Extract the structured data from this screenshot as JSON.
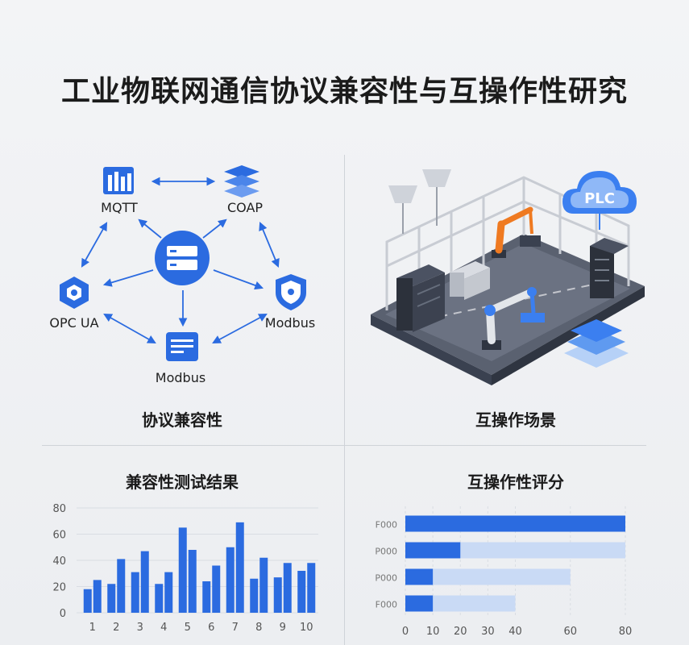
{
  "title": "工业物联网通信协议兼容性与互操作性研究",
  "panels": {
    "compat_label": "协议兼容性",
    "interop_label": "互操作场景",
    "test_title": "兼容性测试结果",
    "score_title": "互操作性评分"
  },
  "protocols": {
    "top_left": "MQTT",
    "top_right": "COAP",
    "left": "OPC UA",
    "right": "Modbus",
    "bottom": "Modbus"
  },
  "scene": {
    "cloud_label": "PLC"
  },
  "colors": {
    "accent": "#2b6be0",
    "accent_light": "#8fb4f0",
    "track": "#c9daf5",
    "dark": "#3a4150"
  },
  "chart_data": [
    {
      "type": "bar",
      "title": "兼容性测试结果",
      "categories": [
        "1",
        "2",
        "3",
        "4",
        "5",
        "6",
        "7",
        "8",
        "9",
        "10"
      ],
      "series": [
        {
          "values": [
            18,
            22,
            31,
            22,
            65,
            24,
            50,
            26,
            27,
            32
          ]
        },
        {
          "values": [
            25,
            41,
            47,
            31,
            48,
            36,
            69,
            42,
            38,
            38
          ]
        }
      ],
      "ylim": [
        0,
        80
      ],
      "yticks": [
        "0",
        "20",
        "40",
        "60",
        "80"
      ]
    },
    {
      "type": "bar",
      "orientation": "horizontal",
      "title": "互操作性评分",
      "categories": [
        "F000",
        "P000",
        "P000",
        "F000"
      ],
      "values": [
        80,
        20,
        10,
        10
      ],
      "track": [
        80,
        80,
        60,
        40
      ],
      "xlim": [
        0,
        80
      ],
      "xticks": [
        "0",
        "10",
        "20",
        "30",
        "40",
        "60",
        "80"
      ]
    }
  ]
}
